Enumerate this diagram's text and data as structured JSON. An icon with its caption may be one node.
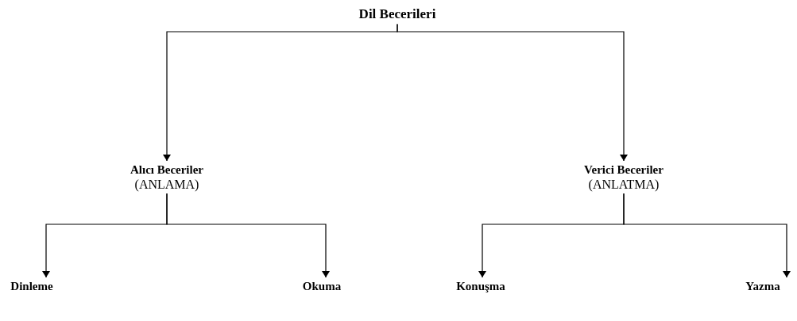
{
  "diagram": {
    "nodes": [
      {
        "text": [
          "Dil Becerileri"
        ]
      },
      {
        "text": [
          "Alıcı Beceriler",
          "(ANLAMA)"
        ]
      },
      {
        "text": [
          "Verici Beceriler",
          "(ANLATMA)"
        ]
      },
      {
        "text": [
          "Dinleme"
        ]
      },
      {
        "text": [
          "Okuma"
        ]
      },
      {
        "text": [
          "Konuşma"
        ]
      },
      {
        "text": [
          "Yazma"
        ]
      }
    ],
    "edges": [
      {
        "from": 0,
        "to": 1,
        "arrow": "to"
      },
      {
        "from": 0,
        "to": 2,
        "arrow": "to"
      },
      {
        "from": 1,
        "to": 3,
        "arrow": "to"
      },
      {
        "from": 1,
        "to": 4,
        "arrow": "to"
      },
      {
        "from": 2,
        "to": 5,
        "arrow": "to"
      },
      {
        "from": 2,
        "to": 6,
        "arrow": "to"
      }
    ]
  }
}
